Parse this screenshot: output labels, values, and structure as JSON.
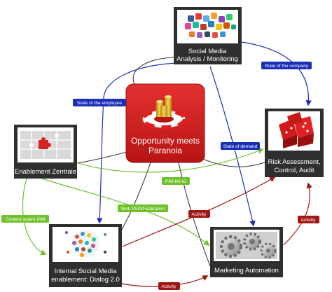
{
  "diagram": {
    "center": {
      "label_line1": "Opportunity meets",
      "label_line2": "Paranoia",
      "icon": "coins-lifebuoy-icon"
    },
    "nodes": {
      "social_media": {
        "line1": "Social Media",
        "line2": "Analysis / Monitoring",
        "icon": "social-media-icons-collage"
      },
      "enablement": {
        "line1": "Enablement Zentrale",
        "icon": "puzzle-red-piece-image"
      },
      "risk": {
        "line1": "Risk Assessment,",
        "line2": "Control, Audit",
        "icon": "red-dice-image"
      },
      "internal": {
        "line1": "Internal Social Media",
        "line2": "enablement: Dialog 2.0",
        "icon": "human-network-head-image"
      },
      "marketing": {
        "line1": "Marketing Automation",
        "icon": "gears-image"
      }
    },
    "edge_labels": {
      "state_of_employee": "State of the employee",
      "state_of_company": "State of the company",
      "state_of_demand": "State of demand",
      "pim_im_ig": "PIM-IM-IG",
      "content_aware_iam": "Content aware IAM",
      "web_sso": "Web SSO/Federation",
      "activity_1": "Activity",
      "activity_2": "Activity",
      "activity_3": "Activity"
    },
    "colors": {
      "blue": "#1a2fb8",
      "green": "#6fc12b",
      "red": "#a31616",
      "connector": "#3a3a3a",
      "node_fill": "#2f2f2f",
      "center_fill": "#cc1f1f"
    }
  }
}
